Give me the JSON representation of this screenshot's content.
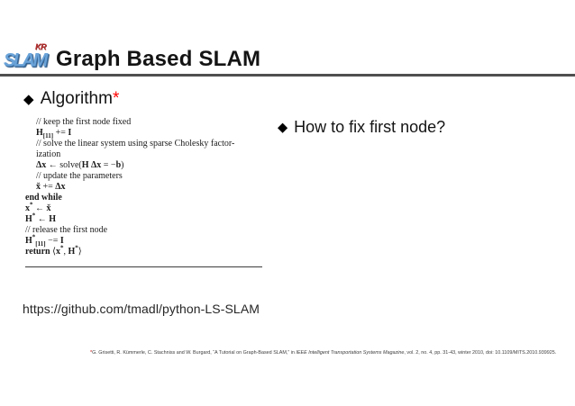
{
  "header": {
    "logo": {
      "text": "SLAM",
      "superscript": "KR"
    },
    "title": "Graph Based SLAM"
  },
  "algorithm": {
    "bullet": "◆",
    "heading": "Algorithm",
    "heading_mark": "*",
    "code_lines": [
      {
        "indent": 1,
        "seg": [
          [
            "c",
            "// keep the first node fixed"
          ]
        ]
      },
      {
        "indent": 1,
        "seg": [
          [
            "b",
            "H"
          ],
          [
            "sub",
            "[11]"
          ],
          [
            "r",
            " += "
          ],
          [
            "b",
            "I"
          ]
        ]
      },
      {
        "indent": 1,
        "seg": [
          [
            "c",
            "// solve the linear system using sparse Cholesky factor-"
          ]
        ]
      },
      {
        "indent": 1,
        "seg": [
          [
            "c",
            "ization"
          ]
        ]
      },
      {
        "indent": 1,
        "seg": [
          [
            "b",
            "Δx"
          ],
          [
            "r",
            " ← solve("
          ],
          [
            "b",
            "H Δx"
          ],
          [
            "r",
            " = −"
          ],
          [
            "b",
            "b"
          ],
          [
            "r",
            ")"
          ]
        ]
      },
      {
        "indent": 1,
        "seg": [
          [
            "c",
            "// update the parameters"
          ]
        ]
      },
      {
        "indent": 1,
        "seg": [
          [
            "b",
            "x̆"
          ],
          [
            "r",
            " += "
          ],
          [
            "b",
            "Δx"
          ]
        ]
      },
      {
        "indent": 0,
        "seg": [
          [
            "k",
            "end while"
          ]
        ]
      },
      {
        "indent": 0,
        "seg": [
          [
            "b",
            "x"
          ],
          [
            "sup",
            "*"
          ],
          [
            "r",
            " ← "
          ],
          [
            "b",
            "x̆"
          ]
        ]
      },
      {
        "indent": 0,
        "seg": [
          [
            "b",
            "H"
          ],
          [
            "sup",
            "*"
          ],
          [
            "r",
            " ← "
          ],
          [
            "b",
            "H"
          ]
        ]
      },
      {
        "indent": 0,
        "seg": [
          [
            "c",
            "// release the first node"
          ]
        ]
      },
      {
        "indent": 0,
        "seg": [
          [
            "b",
            "H"
          ],
          [
            "sup",
            "*"
          ],
          [
            "sub",
            "[11]"
          ],
          [
            "r",
            " −= "
          ],
          [
            "b",
            "I"
          ]
        ]
      },
      {
        "indent": 0,
        "seg": [
          [
            "k",
            "return"
          ],
          [
            "r",
            " ⟨"
          ],
          [
            "b",
            "x"
          ],
          [
            "sup",
            "*"
          ],
          [
            "r",
            ", "
          ],
          [
            "b",
            "H"
          ],
          [
            "sup",
            "*"
          ],
          [
            "r",
            "⟩"
          ]
        ]
      }
    ]
  },
  "question": {
    "bullet": "◆",
    "text": "How to fix first node?"
  },
  "link": {
    "url_text": "https://github.com/tmadl/python-LS-SLAM"
  },
  "footnote": {
    "marker": "*",
    "text_before": "G. Grisetti, R. Kümmerle, C. Stachniss and W. Burgard, “A Tutorial on Graph-Based SLAM,” in ",
    "journal": "IEEE Intelligent Transportation Systems Magazine",
    "text_after": ", vol. 2, no. 4, pp. 31-43, winter 2010, doi: 10.1109/MITS.2010.939925."
  },
  "colors": {
    "accent_red": "#ff0000",
    "header_rule_gray": "#4f4f4f",
    "logo_blue": "#6aa3d8",
    "logo_red": "#b83232"
  }
}
